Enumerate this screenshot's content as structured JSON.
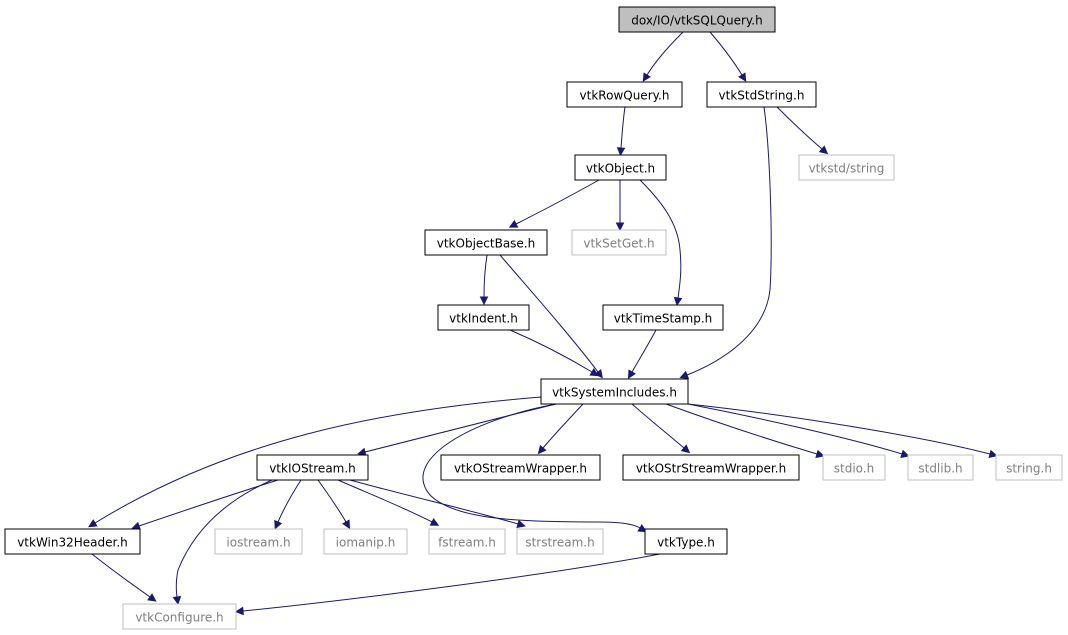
{
  "colors": {
    "root_fill": "#bfbfbf",
    "internal_stroke": "#000000",
    "external_stroke": "#bfbfbf",
    "internal_text": "#000000",
    "external_text": "#7f7f7f",
    "edge": "#191970"
  },
  "nodes": [
    {
      "id": "root",
      "label": "dox/IO/vtkSQLQuery.h",
      "kind": "root"
    },
    {
      "id": "rowquery",
      "label": "vtkRowQuery.h",
      "kind": "internal"
    },
    {
      "id": "stdstring",
      "label": "vtkStdString.h",
      "kind": "internal"
    },
    {
      "id": "vtkstdstring",
      "label": "vtkstd/string",
      "kind": "external"
    },
    {
      "id": "object",
      "label": "vtkObject.h",
      "kind": "internal"
    },
    {
      "id": "objectbase",
      "label": "vtkObjectBase.h",
      "kind": "internal"
    },
    {
      "id": "setget",
      "label": "vtkSetGet.h",
      "kind": "external"
    },
    {
      "id": "indent",
      "label": "vtkIndent.h",
      "kind": "internal"
    },
    {
      "id": "timestamp",
      "label": "vtkTimeStamp.h",
      "kind": "internal"
    },
    {
      "id": "sysincludes",
      "label": "vtkSystemIncludes.h",
      "kind": "internal"
    },
    {
      "id": "iostream_h",
      "label": "vtkIOStream.h",
      "kind": "internal"
    },
    {
      "id": "ostreamwrapper",
      "label": "vtkOStreamWrapper.h",
      "kind": "internal"
    },
    {
      "id": "ostrstreamwrapper",
      "label": "vtkOStrStreamWrapper.h",
      "kind": "internal"
    },
    {
      "id": "stdio",
      "label": "stdio.h",
      "kind": "external"
    },
    {
      "id": "stdlib",
      "label": "stdlib.h",
      "kind": "external"
    },
    {
      "id": "string_h",
      "label": "string.h",
      "kind": "external"
    },
    {
      "id": "win32header",
      "label": "vtkWin32Header.h",
      "kind": "internal"
    },
    {
      "id": "iostream",
      "label": "iostream.h",
      "kind": "external"
    },
    {
      "id": "iomanip",
      "label": "iomanip.h",
      "kind": "external"
    },
    {
      "id": "fstream",
      "label": "fstream.h",
      "kind": "external"
    },
    {
      "id": "strstream",
      "label": "strstream.h",
      "kind": "external"
    },
    {
      "id": "type",
      "label": "vtkType.h",
      "kind": "internal"
    },
    {
      "id": "configure",
      "label": "vtkConfigure.h",
      "kind": "external"
    }
  ],
  "edges": [
    {
      "from": "root",
      "to": "rowquery"
    },
    {
      "from": "root",
      "to": "stdstring"
    },
    {
      "from": "rowquery",
      "to": "object"
    },
    {
      "from": "stdstring",
      "to": "vtkstdstring"
    },
    {
      "from": "stdstring",
      "to": "sysincludes"
    },
    {
      "from": "object",
      "to": "objectbase"
    },
    {
      "from": "object",
      "to": "setget"
    },
    {
      "from": "object",
      "to": "timestamp"
    },
    {
      "from": "objectbase",
      "to": "indent"
    },
    {
      "from": "objectbase",
      "to": "sysincludes"
    },
    {
      "from": "indent",
      "to": "sysincludes"
    },
    {
      "from": "timestamp",
      "to": "sysincludes"
    },
    {
      "from": "sysincludes",
      "to": "iostream_h"
    },
    {
      "from": "sysincludes",
      "to": "ostreamwrapper"
    },
    {
      "from": "sysincludes",
      "to": "ostrstreamwrapper"
    },
    {
      "from": "sysincludes",
      "to": "stdio"
    },
    {
      "from": "sysincludes",
      "to": "stdlib"
    },
    {
      "from": "sysincludes",
      "to": "string_h"
    },
    {
      "from": "sysincludes",
      "to": "win32header"
    },
    {
      "from": "sysincludes",
      "to": "type"
    },
    {
      "from": "iostream_h",
      "to": "win32header"
    },
    {
      "from": "iostream_h",
      "to": "iostream"
    },
    {
      "from": "iostream_h",
      "to": "iomanip"
    },
    {
      "from": "iostream_h",
      "to": "fstream"
    },
    {
      "from": "iostream_h",
      "to": "strstream"
    },
    {
      "from": "iostream_h",
      "to": "configure"
    },
    {
      "from": "win32header",
      "to": "configure"
    },
    {
      "from": "type",
      "to": "configure"
    }
  ]
}
